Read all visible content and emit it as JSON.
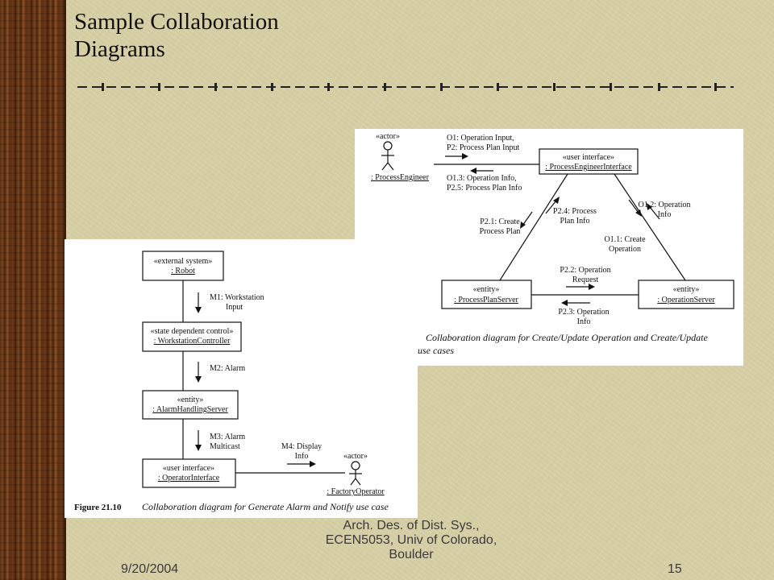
{
  "slide": {
    "title_line1": "Sample Collaboration",
    "title_line2": "Diagrams",
    "footer_date": "9/20/2004",
    "footer_course_1": "Arch. Des. of Dist. Sys.,",
    "footer_course_2": "ECEN5053, Univ of Colorado,",
    "footer_course_3": "Boulder",
    "page_number": "15"
  },
  "fig_top": {
    "actor": {
      "stereotype": "«actor»",
      "name": ": ProcessEngineer"
    },
    "pei": {
      "stereotype": "«user interface»",
      "name": ": ProcessEngineerInterface"
    },
    "pps": {
      "stereotype": "«entity»",
      "name": ": ProcessPlanServer"
    },
    "os": {
      "stereotype": "«entity»",
      "name": ": OperationServer"
    },
    "m_o1_1": "O1: Operation Input,",
    "m_o1_2": "P2: Process Plan Input",
    "m_o13_1": "O1.3: Operation Info,",
    "m_o13_2": "P2.5: Process Plan Info",
    "m_p21_1": "P2.1: Create",
    "m_p21_2": "Process Plan",
    "m_p24_1": "P2.4: Process",
    "m_p24_2": "Plan Info",
    "m_o12_1": "O1.2: Operation",
    "m_o12_2": "Info",
    "m_o11_1": "O1.1: Create",
    "m_o11_2": "Operation",
    "m_p22_1": "P2.2: Operation",
    "m_p22_2": "Request",
    "m_p23_1": "P2.3: Operation",
    "m_p23_2": "Info",
    "caption_1": "Collaboration diagram for Create/Update Operation and Create/Update",
    "caption_2": "use cases"
  },
  "fig_bottom": {
    "robot": {
      "stereotype": "«external system»",
      "name": ": Robot"
    },
    "wc": {
      "stereotype": "«state dependent control»",
      "name": ": WorkstationController"
    },
    "ahs": {
      "stereotype": "«entity»",
      "name": ": AlarmHandlingServer"
    },
    "oi": {
      "stereotype": "«user interface»",
      "name": ": OperatorInterface"
    },
    "actor": {
      "stereotype": "«actor»",
      "name": ": FactoryOperator"
    },
    "m1_1": "M1: Workstation",
    "m1_2": "Input",
    "m2": "M2: Alarm",
    "m3_1": "M3: Alarm",
    "m3_2": "Multicast",
    "m4_1": "M4: Display",
    "m4_2": "Info",
    "figure_label": "Figure 21.10",
    "caption": "Collaboration diagram for Generate Alarm and Notify use case"
  }
}
